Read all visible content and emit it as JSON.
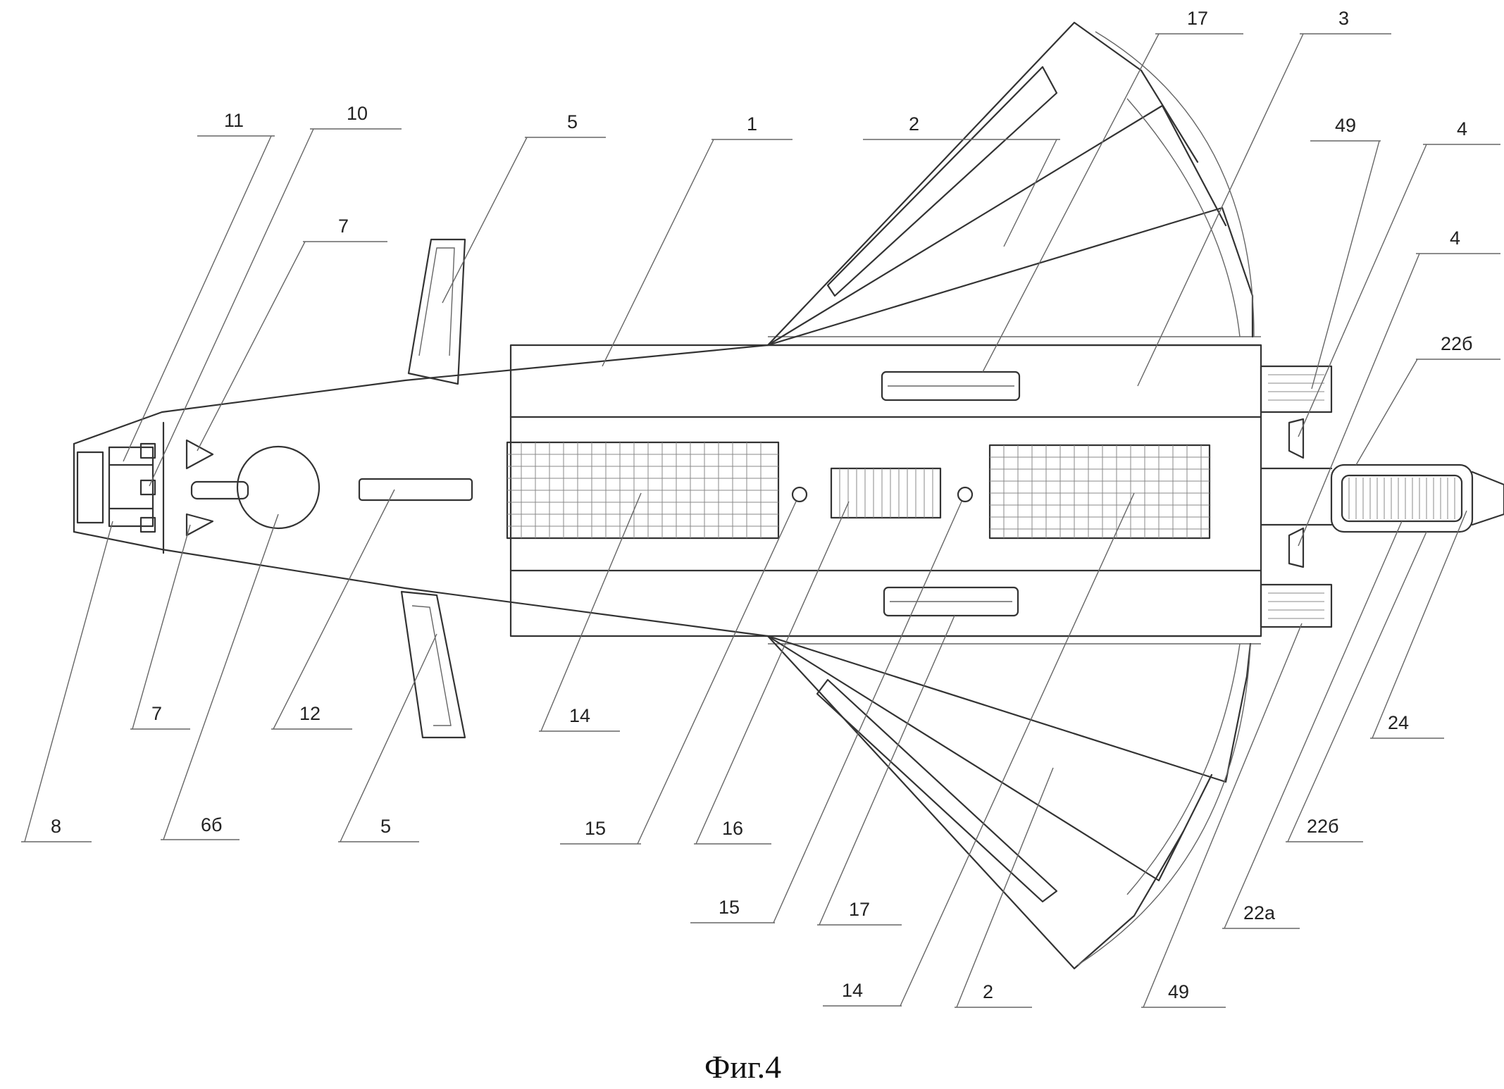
{
  "caption": "Фиг.4",
  "labels": [
    {
      "id": "lbl-11",
      "text": "11"
    },
    {
      "id": "lbl-10",
      "text": "10"
    },
    {
      "id": "lbl-5-top",
      "text": "5"
    },
    {
      "id": "lbl-1",
      "text": "1"
    },
    {
      "id": "lbl-2-top",
      "text": "2"
    },
    {
      "id": "lbl-17-top",
      "text": "17"
    },
    {
      "id": "lbl-3",
      "text": "3"
    },
    {
      "id": "lbl-49-top",
      "text": "49"
    },
    {
      "id": "lbl-4-upper",
      "text": "4"
    },
    {
      "id": "lbl-4-lower",
      "text": "4"
    },
    {
      "id": "lbl-22b-top",
      "text": "22б"
    },
    {
      "id": "lbl-7-top",
      "text": "7"
    },
    {
      "id": "lbl-7-bottom",
      "text": "7"
    },
    {
      "id": "lbl-12",
      "text": "12"
    },
    {
      "id": "lbl-14-left",
      "text": "14"
    },
    {
      "id": "lbl-24",
      "text": "24"
    },
    {
      "id": "lbl-8",
      "text": "8"
    },
    {
      "id": "lbl-6b",
      "text": "6б"
    },
    {
      "id": "lbl-5-bottom",
      "text": "5"
    },
    {
      "id": "lbl-15-left",
      "text": "15"
    },
    {
      "id": "lbl-16",
      "text": "16"
    },
    {
      "id": "lbl-22b-bottom",
      "text": "22б"
    },
    {
      "id": "lbl-15-right",
      "text": "15"
    },
    {
      "id": "lbl-17-bottom",
      "text": "17"
    },
    {
      "id": "lbl-22a",
      "text": "22а"
    },
    {
      "id": "lbl-14-right",
      "text": "14"
    },
    {
      "id": "lbl-2-bottom",
      "text": "2"
    },
    {
      "id": "lbl-49-bottom",
      "text": "49"
    }
  ]
}
